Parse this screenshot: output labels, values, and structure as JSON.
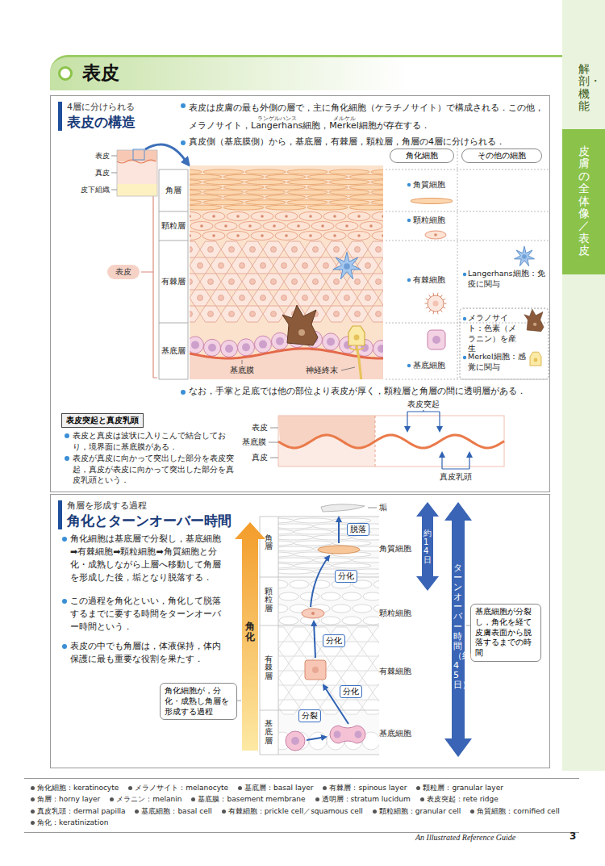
{
  "diagram": {
    "title": "表皮",
    "nodes": [
      {
        "text": [
          "4層に分けられる",
          "表皮の構造"
        ]
      },
      {
        "text": [
          "角化細胞"
        ],
        "in": 0
      },
      {
        "text": [
          "その他の細胞"
        ],
        "in": 0
      },
      {
        "text": [
          "表皮"
        ],
        "in": 0
      },
      {
        "text": [
          "表皮突起と真皮乳頭"
        ],
        "in": 0
      },
      {
        "text": [
          "角層を形成する過程",
          "角化とターンオーバー時間"
        ]
      },
      {
        "text": [
          "脱落"
        ],
        "in": 5
      },
      {
        "text": [
          "分化"
        ],
        "in": 5
      },
      {
        "text": [
          "分化"
        ],
        "in": 5
      },
      {
        "text": [
          "分化"
        ],
        "in": 5
      },
      {
        "text": [
          "分裂"
        ],
        "in": 5
      },
      {
        "text": [
          "角化細胞が，分化・成熟し角層を形成する過程"
        ],
        "in": 5
      },
      {
        "text": [
          "基底細胞が分裂し，角化を経て皮膚表面から脱落するまでの時間"
        ],
        "in": 5
      },
      {
        "text": [
          "角化細胞：keratinocyte",
          "メラノサイト：melanocyte",
          "基底層：basal layer",
          "有棘層：spinous layer",
          "顆粒層：granular layer",
          "角層：horny layer",
          "メラニン：melanin",
          "基底膜：basement membrane",
          "透明層：stratum lucidum",
          "表皮突起：rete ridge",
          "真皮乳頭：dermal papilla",
          "基底細胞：basal cell",
          "有棘細胞：prickle cell／squamous cell",
          "顆粒細胞：granular cell",
          "角質細胞：cornified cell",
          "角化：keratinization"
        ]
      },
      {
        "text": [
          "解剖・機能"
        ]
      },
      {
        "text": [
          "皮膚の全体像／表皮"
        ],
        "in": 14
      }
    ],
    "labels": [
      "表皮は皮膚の最も外側の層で，主に角化細胞（ケラチノサイト）で構成される．この他，メラノサイト，Langerhans細胞，Merkel細胞が存在する．",
      "ランゲルハンス",
      "メルケル",
      "真皮側（基底膜側）から，基底層，有棘層，顆粒層，角層の4層に分けられる．",
      "表皮",
      "真皮",
      "皮下組織",
      "角層",
      "顆粒層",
      "有棘層",
      "基底層",
      "基底膜",
      "神経終末",
      "角質細胞",
      "顆粒細胞",
      "有棘細胞",
      "基底細胞",
      "Langerhans細胞：免疫に関与",
      "メラノサイト：色素（メラニン）を産生",
      "Merkel細胞：感覚に関与",
      "なお，手掌と足底では他の部位より表皮が厚く，顆粒層と角層の間に透明層がある．",
      "表皮と真皮は波状に入りこんで結合しており，境界面に基底膜がある．",
      "表皮が真皮に向かって突出した部分を表皮突起，真皮が表皮に向かって突出した部分を真皮乳頭という．",
      "表皮",
      "基底膜",
      "真皮",
      "表皮突起",
      "真皮乳頭",
      "角化細胞は基底層で分裂し，基底細胞➡有棘細胞➡顆粒細胞➡角質細胞と分化・成熟しながら上層へ移動して角層を形成した後，垢となり脱落する．",
      "この過程を角化といい，角化して脱落するまでに要する時間をターンオーバー時間という．",
      "表皮の中でも角層は，体液保持，体内保護に最も重要な役割を果たす．",
      "角化",
      "垢",
      "角質細胞",
      "顆粒細胞",
      "有棘細胞",
      "基底細胞",
      "角層",
      "顆粒層",
      "有棘層",
      "基底層",
      "約14日",
      "ターンオーバー時間（約45日）",
      "An Illustrated Reference Guide",
      "3"
    ]
  }
}
